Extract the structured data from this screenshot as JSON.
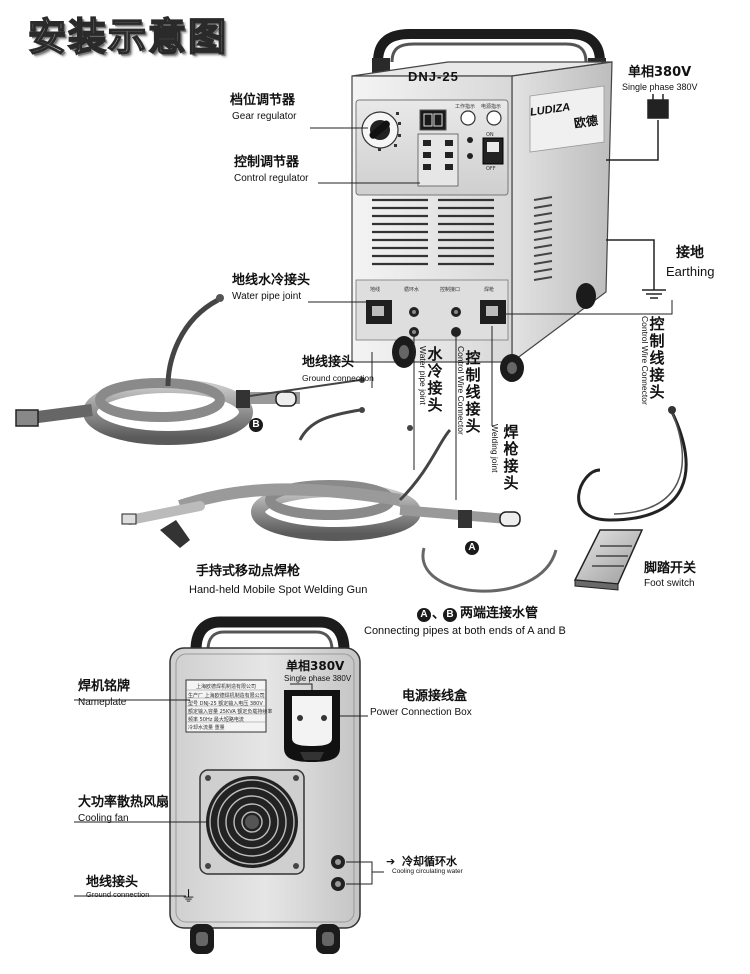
{
  "title": "安装示意图",
  "model": "DNJ-25",
  "brand": {
    "logo_text": "LUDIZA",
    "logo_cn": "欧德"
  },
  "front_panel": {
    "lamp_work": "工作指示",
    "lamp_power": "电源指示",
    "switch_on": "ON",
    "switch_off": "OFF",
    "lower_labels": [
      "地线",
      "循环水",
      "控制接口",
      "焊枪"
    ]
  },
  "labels": {
    "gear_regulator": {
      "zh": "档位调节器",
      "en": "Gear regulator"
    },
    "control_regulator": {
      "zh": "控制调节器",
      "en": "Control regulator"
    },
    "single_phase_top": {
      "zh": "单相380V",
      "en": "Single phase 380V"
    },
    "earthing": {
      "zh": "接地",
      "en": "Earthing"
    },
    "water_pipe_joint_left": {
      "zh": "地线水冷接头",
      "en": "Water pipe joint"
    },
    "ground_connection_front": {
      "zh": "地线接头",
      "en": "Ground connection"
    },
    "water_pipe_joint_vert": {
      "zh": "水冷接头",
      "en": "Water pipe joint"
    },
    "control_wire_connector_mid": {
      "zh": "控制线接头",
      "en": "Control Wire Connector"
    },
    "control_wire_connector_right": {
      "zh": "控制线接头",
      "en": "Control Wire Connector"
    },
    "welding_joint": {
      "zh": "焊枪接头",
      "en": "Welding joint"
    },
    "spot_gun": {
      "zh": "手持式移动点焊枪",
      "en": "Hand-held Mobile Spot Welding Gun"
    },
    "foot_switch": {
      "zh": "脚踏开关",
      "en": "Foot switch"
    },
    "pipes": {
      "letter_a": "A",
      "sep": "、",
      "letter_b": "B",
      "zh": "两端连接水管",
      "en": "Connecting pipes at both ends of A and B"
    },
    "nameplate": {
      "zh": "焊机铭牌",
      "en": "Nameplate"
    },
    "single_phase_rear": {
      "zh": "单相380V",
      "en": "Single phase 380V"
    },
    "power_box": {
      "zh": "电源接线盒",
      "en": "Power Connection Box"
    },
    "cooling_fan": {
      "zh": "大功率散热风扇",
      "en": "Cooling fan"
    },
    "ground_connection_rear": {
      "zh": "地线接头",
      "en": "Ground connection"
    },
    "cooling_water": {
      "zh": "冷却循环水",
      "en": "Cooling circulating water"
    }
  },
  "marker_a": "A",
  "marker_b": "B",
  "rear_nameplate": {
    "header": "上海欧德焊机制造有限公司",
    "rows": [
      "生产厂  上海欧德焊机制造有限公司",
      "型号  DNJ-25  额定输入电压  380V",
      "额定输入容量  25KVA  额定负载持续率",
      "频率  50Hz  最大短路电流",
      "冷却水流量  重量"
    ]
  },
  "icons": [
    "earth-icon",
    "ground-icon",
    "arrow-right-icon"
  ]
}
